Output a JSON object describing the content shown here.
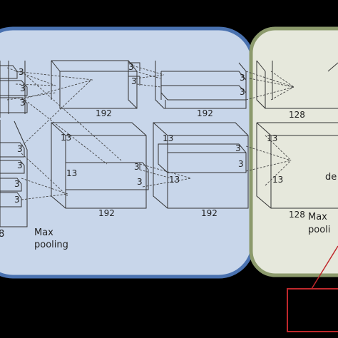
{
  "colors": {
    "background": "#000000",
    "blue_panel_fill": "#c8d6ea",
    "blue_panel_border": "#4a72b0",
    "green_panel_fill": "#e6e8dc",
    "green_panel_border": "#8c9a6c",
    "box_stroke": "#333333",
    "callout_red": "#c0282c"
  },
  "labels": {
    "left_13_a": "13",
    "left_13_b": "13",
    "left_192_top": "192",
    "left_192_bottom": "192",
    "left_max_pooling_line1": "Max",
    "left_max_pooling_line2": "pooling",
    "left_edge_digit": "8",
    "mid_192_top": "192",
    "mid_192_bottom": "192",
    "mid_13": "13",
    "mid_13b": "13",
    "right_128_top": "128",
    "right_128_bottom": "128",
    "right_13_a": "13",
    "right_13_b": "13",
    "right_dense_partial": "de",
    "right_max_pooling_line1": "Max",
    "right_max_pooling_line2": "pooli",
    "kernel_3": "3"
  }
}
